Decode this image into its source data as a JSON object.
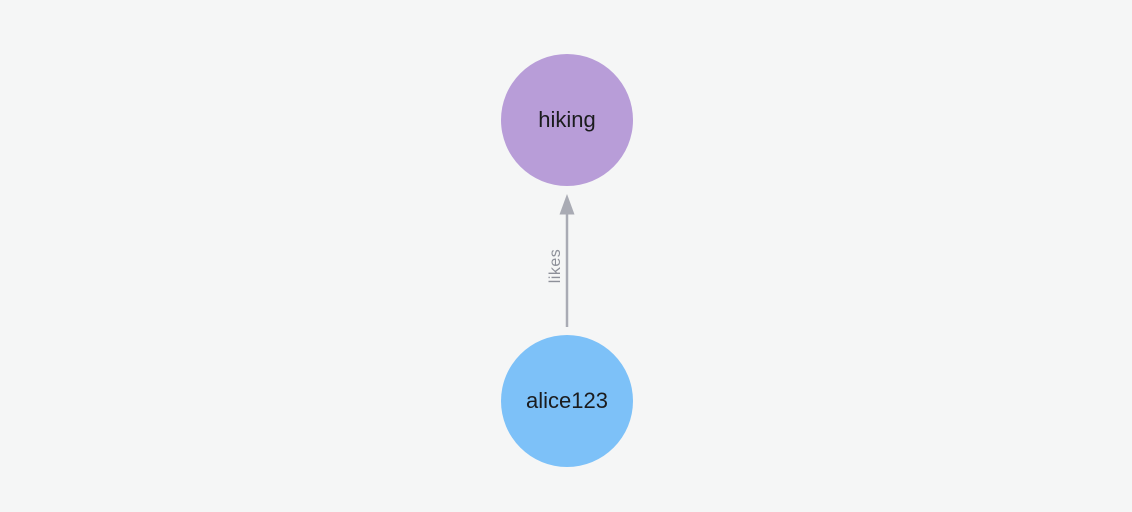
{
  "canvas": {
    "background": "#f5f6f6"
  },
  "graph": {
    "nodes": [
      {
        "id": "hiking",
        "label": "hiking",
        "fill": "#b89dd8",
        "text_color": "#1b1c1e"
      },
      {
        "id": "alice123",
        "label": "alice123",
        "fill": "#7dc1f8",
        "text_color": "#1b1c1e"
      }
    ],
    "edges": [
      {
        "from": "alice123",
        "to": "hiking",
        "label": "likes",
        "direction": "up",
        "line_color": "#a9abb4",
        "arrowhead_color": "#a9abb4",
        "label_color": "#8d9099"
      }
    ]
  }
}
